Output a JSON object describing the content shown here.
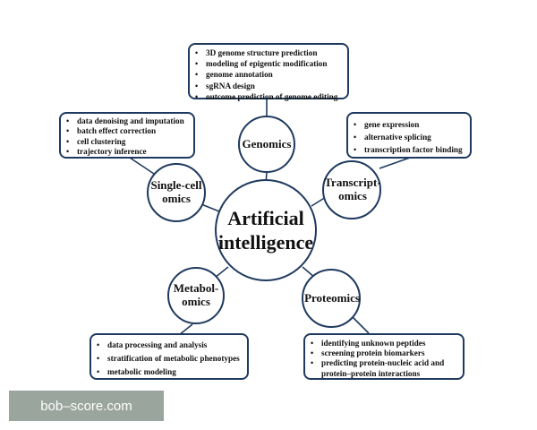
{
  "center": {
    "line1": "Artificial",
    "line2": "intelligence"
  },
  "nodes": {
    "genomics": {
      "lines": [
        "Genomics"
      ]
    },
    "transcriptomics": {
      "lines": [
        "Transcript-",
        "omics"
      ]
    },
    "proteomics": {
      "lines": [
        "Proteomics"
      ]
    },
    "metabolomics": {
      "lines": [
        "Metabol-",
        "omics"
      ]
    },
    "singlecell": {
      "lines": [
        "Single-cell",
        "omics"
      ]
    }
  },
  "boxes": {
    "genomics": [
      "3D genome structure prediction",
      "modeling of epigentic modification",
      "genome annotation",
      "sgRNA design",
      "outcome prediction of genome editing"
    ],
    "transcriptomics": [
      "gene expression",
      "alternative splicing",
      "transcription factor binding"
    ],
    "proteomics": [
      "identifying unknown peptides",
      "screening protein biomarkers",
      "predicting protein-nucleic acid and protein–protein interactions"
    ],
    "metabolomics": [
      "data processing and analysis",
      "stratification of metabolic phenotypes",
      "metabolic modeling"
    ],
    "singlecell": [
      "data denoising and imputation",
      "batch effect correction",
      "cell clustering",
      "trajectory inference"
    ]
  },
  "watermark": "bob–score.com",
  "colors": {
    "stroke": "#1f3a5f",
    "watermark_bg": "#9aa59e"
  }
}
